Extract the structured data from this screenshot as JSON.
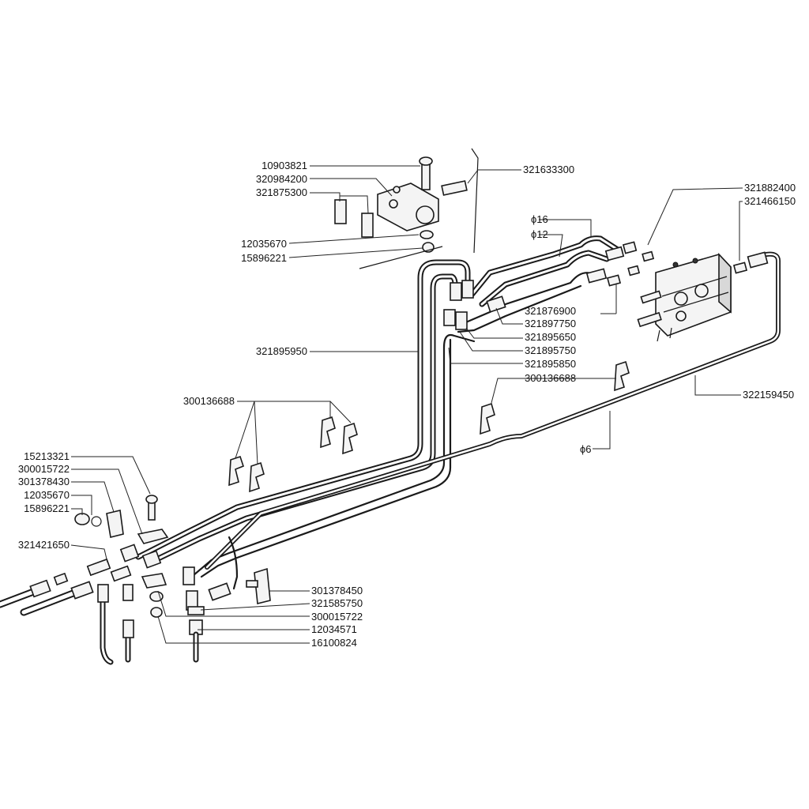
{
  "labels": {
    "p10903821": "10903821",
    "p320984200": "320984200",
    "p321875300": "321875300",
    "p12035670_top": "12035670",
    "p15896221_top": "15896221",
    "p321633300": "321633300",
    "p321882400": "321882400",
    "p321466150": "321466150",
    "d16": "ϕ16",
    "d12": "ϕ12",
    "p321876900": "321876900",
    "p321897750": "321897750",
    "p321895650": "321895650",
    "p321895750": "321895750",
    "p321895850": "321895850",
    "p321895950": "321895950",
    "p300136688_right": "300136688",
    "p300136688_left": "300136688",
    "p322159450": "322159450",
    "d6": "ϕ6",
    "p15213321": "15213321",
    "p300015722_left": "300015722",
    "p301378430": "301378430",
    "p12035670_left": "12035670",
    "p15896221_left": "15896221",
    "p321421650": "321421650",
    "p301378450": "301378450",
    "p321585750": "321585750",
    "p300015722_bottom": "300015722",
    "p12034571": "12034571",
    "p16100824": "16100824"
  }
}
